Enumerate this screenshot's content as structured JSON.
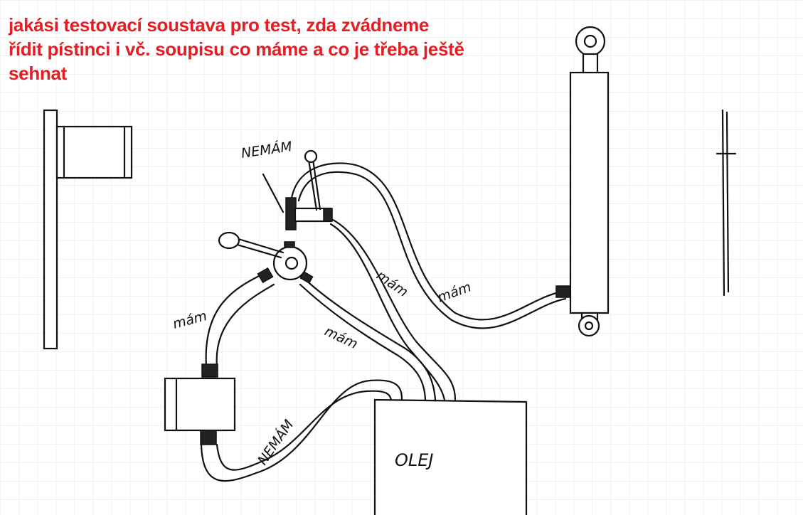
{
  "title_lines": [
    "jakási testovací soustava pro test, zda zvádneme",
    "řídit pístinci i vč. soupisu co máme a co je třeba ještě",
    "sehnat"
  ],
  "labels": {
    "valve_top": "NEMÁM",
    "hose_left": "mám",
    "hose_middle": "mám",
    "hose_center": "mám",
    "hose_right": "mám",
    "hose_bottom": "NEMÁM",
    "tank": "OLEJ"
  },
  "colors": {
    "title": "#e31e24",
    "ink": "#111111"
  }
}
